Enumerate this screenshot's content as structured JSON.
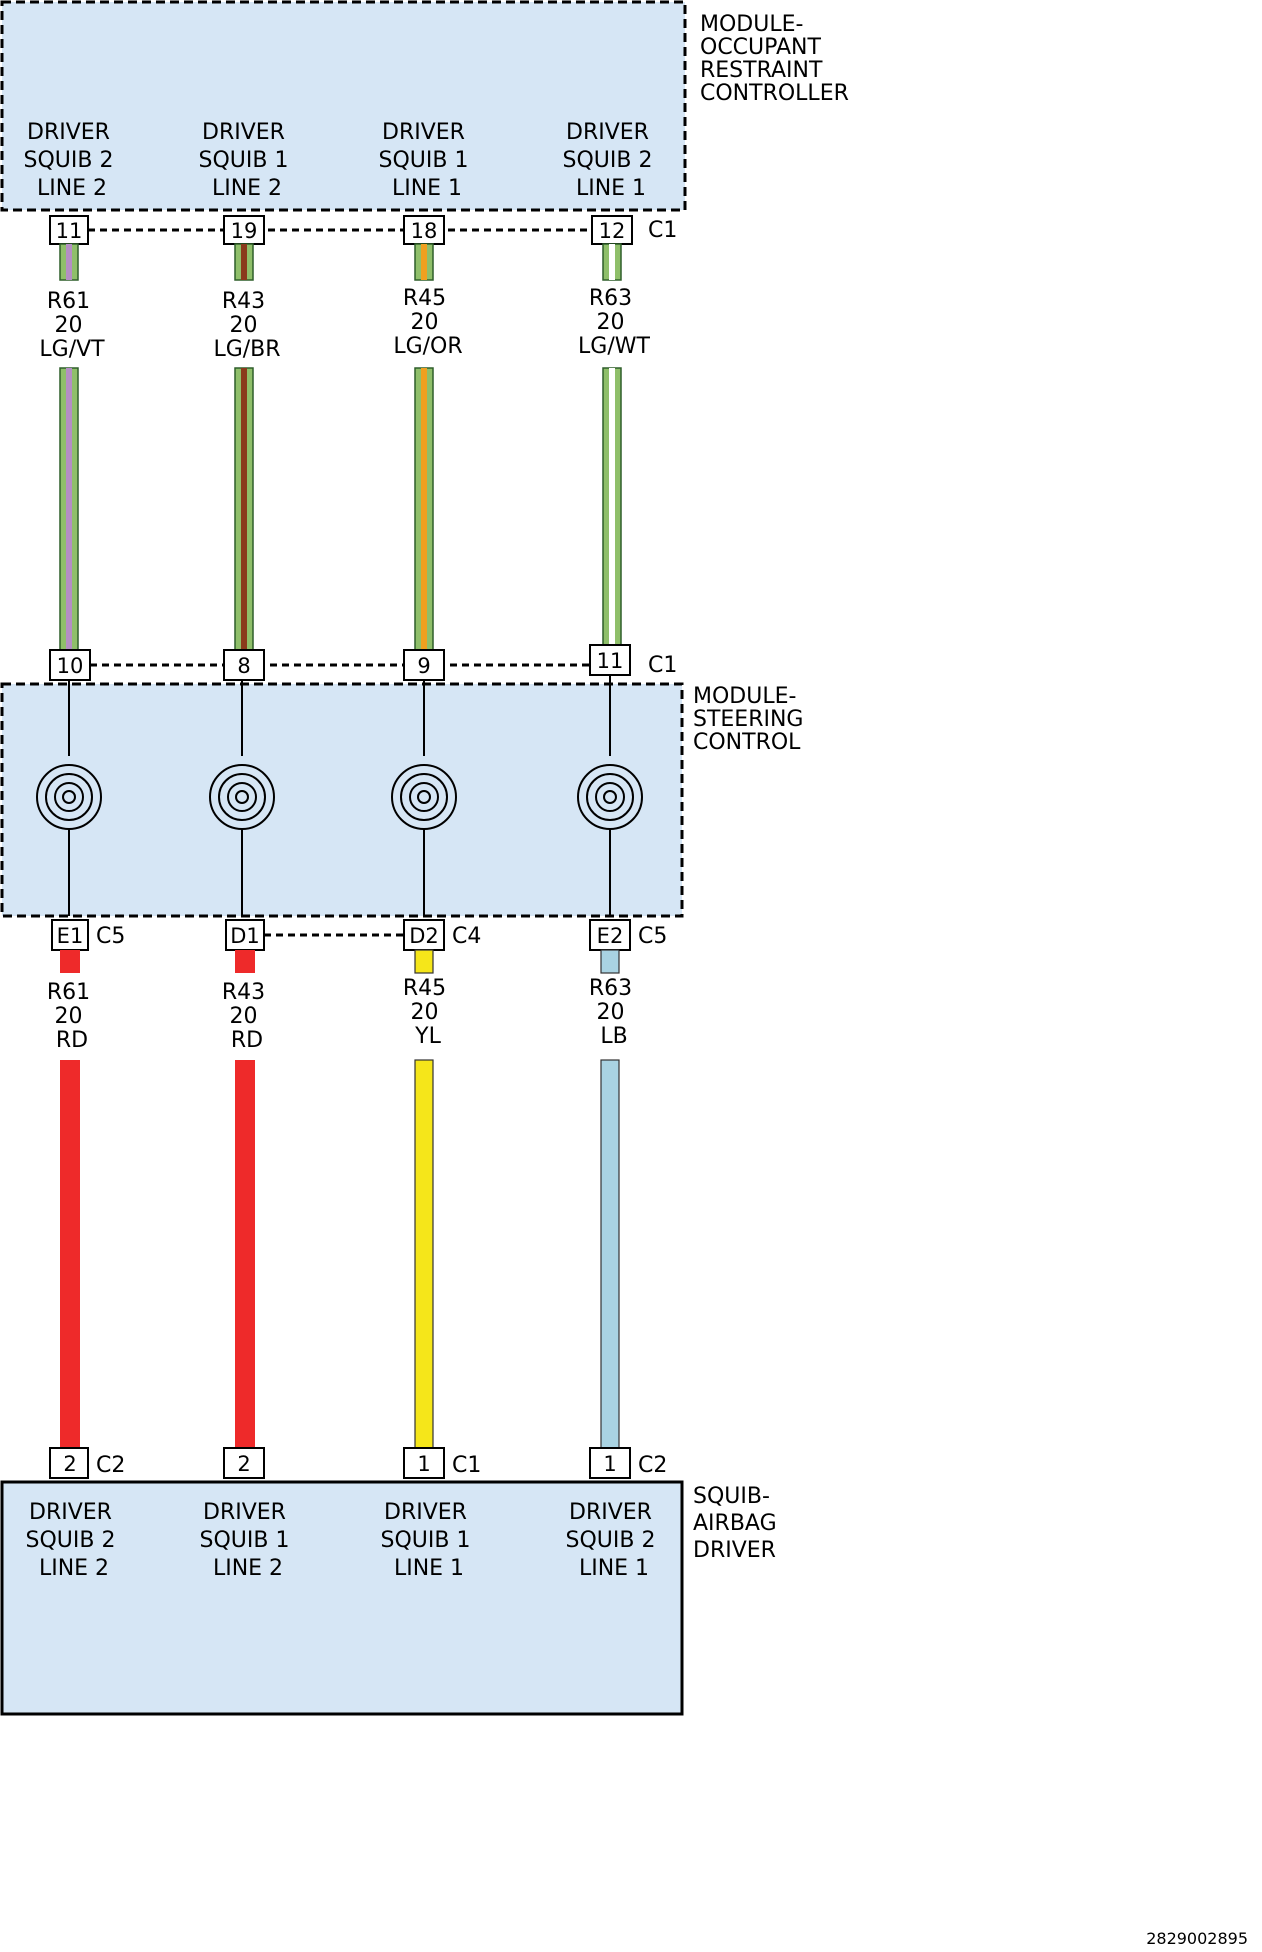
{
  "colors": {
    "module_fill": "#d6e6f5",
    "LG": "#8fbf6a",
    "VT": "#b48ec4",
    "BR": "#8a3a1c",
    "OR": "#f0a020",
    "WT": "#ffffff",
    "RD": "#ee2a2a",
    "YL": "#f5e61a",
    "LB": "#a9d3e2",
    "wire_outline": "#2f5f2a"
  },
  "occupant_restraint_controller": {
    "title_lines": [
      "MODULE-",
      "OCCUPANT",
      "RESTRAINT",
      "CONTROLLER"
    ],
    "connector": "C1",
    "circuits": [
      {
        "lines": [
          "DRIVER",
          "SQUIB 2",
          "LINE 2"
        ],
        "pin": "11"
      },
      {
        "lines": [
          "DRIVER",
          "SQUIB 1",
          "LINE 2"
        ],
        "pin": "19"
      },
      {
        "lines": [
          "DRIVER",
          "SQUIB 1",
          "LINE 1"
        ],
        "pin": "18"
      },
      {
        "lines": [
          "DRIVER",
          "SQUIB 2",
          "LINE 1"
        ],
        "pin": "12"
      }
    ]
  },
  "upper_wires": [
    {
      "circuit": "R61",
      "gauge": "20",
      "color": "LG/VT",
      "base": "LG",
      "stripe": "VT"
    },
    {
      "circuit": "R43",
      "gauge": "20",
      "color": "LG/BR",
      "base": "LG",
      "stripe": "BR"
    },
    {
      "circuit": "R45",
      "gauge": "20",
      "color": "LG/OR",
      "base": "LG",
      "stripe": "OR"
    },
    {
      "circuit": "R63",
      "gauge": "20",
      "color": "LG/WT",
      "base": "LG",
      "stripe": "WT"
    }
  ],
  "steering_control": {
    "title_lines": [
      "MODULE-",
      "STEERING",
      "CONTROL"
    ],
    "top_connector": "C1",
    "top_pins": [
      "10",
      "8",
      "9",
      "11"
    ],
    "bottom_pins": [
      {
        "pin": "E1",
        "connector": "C5"
      },
      {
        "pin": "D1",
        "connector": ""
      },
      {
        "pin": "D2",
        "connector": "C4"
      },
      {
        "pin": "E2",
        "connector": "C5"
      }
    ]
  },
  "lower_wires": [
    {
      "circuit": "R61",
      "gauge": "20",
      "color": "RD",
      "base": "RD"
    },
    {
      "circuit": "R43",
      "gauge": "20",
      "color": "RD",
      "base": "RD"
    },
    {
      "circuit": "R45",
      "gauge": "20",
      "color": "YL",
      "base": "YL"
    },
    {
      "circuit": "R63",
      "gauge": "20",
      "color": "LB",
      "base": "LB"
    }
  ],
  "squib_airbag_driver": {
    "title_lines": [
      "SQUIB-",
      "AIRBAG",
      "DRIVER"
    ],
    "pins": [
      {
        "pin": "2",
        "connector": "C2"
      },
      {
        "pin": "2",
        "connector": ""
      },
      {
        "pin": "1",
        "connector": "C1"
      },
      {
        "pin": "1",
        "connector": "C2"
      }
    ],
    "circuits": [
      {
        "lines": [
          "DRIVER",
          "SQUIB 2",
          "LINE 2"
        ]
      },
      {
        "lines": [
          "DRIVER",
          "SQUIB 1",
          "LINE 2"
        ]
      },
      {
        "lines": [
          "DRIVER",
          "SQUIB 1",
          "LINE 1"
        ]
      },
      {
        "lines": [
          "DRIVER",
          "SQUIB 2",
          "LINE 1"
        ]
      }
    ]
  },
  "figure_id": "2829002895"
}
